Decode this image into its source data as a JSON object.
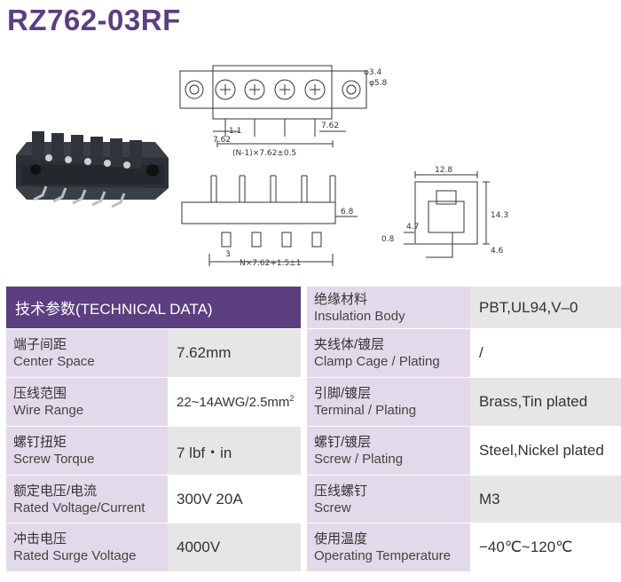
{
  "title": "RZ762-03RF",
  "drawing_labels": {
    "top": [
      "1.1",
      "7.62",
      "(N-1)×7.62±0.5",
      "7.62",
      "φ3.4",
      "φ5.8"
    ],
    "front": [
      "6.8",
      "3",
      "N×7.62+1.5±1"
    ],
    "side": [
      "12.8",
      "14.3",
      "4.7",
      "0.8",
      "4.6"
    ]
  },
  "table": {
    "header": "技术参数(TECHNICAL DATA)",
    "left": [
      {
        "zh": "端子间距",
        "en": "Center Space",
        "value": "7.62mm"
      },
      {
        "zh": "压线范围",
        "en": "Wire Range",
        "value": "22~14AWG/2.5mm",
        "sup": "2"
      },
      {
        "zh": "螺钉扭矩",
        "en": "Screw Torque",
        "value": "7 lbf・in"
      },
      {
        "zh": "额定电压/电流",
        "en": "Rated Voltage/Current",
        "value": "300V 20A"
      },
      {
        "zh": "冲击电压",
        "en": "Rated Surge Voltage",
        "value": "4000V"
      }
    ],
    "right": [
      {
        "zh": "绝缘材料",
        "en": "Insulation Body",
        "value": "PBT,UL94,V–0"
      },
      {
        "zh": "夹线体/镀层",
        "en": "Clamp Cage / Plating",
        "value": "/"
      },
      {
        "zh": "引脚/镀层",
        "en": "Terminal / Plating",
        "value": "Brass,Tin plated"
      },
      {
        "zh": "螺钉/镀层",
        "en": "Screw / Plating",
        "value": "Steel,Nickel plated"
      },
      {
        "zh": "压线螺钉",
        "en": "Screw",
        "value": "M3"
      },
      {
        "zh": "使用温度",
        "en": "Operating Temperature",
        "value": "−40℃~120℃"
      }
    ]
  }
}
